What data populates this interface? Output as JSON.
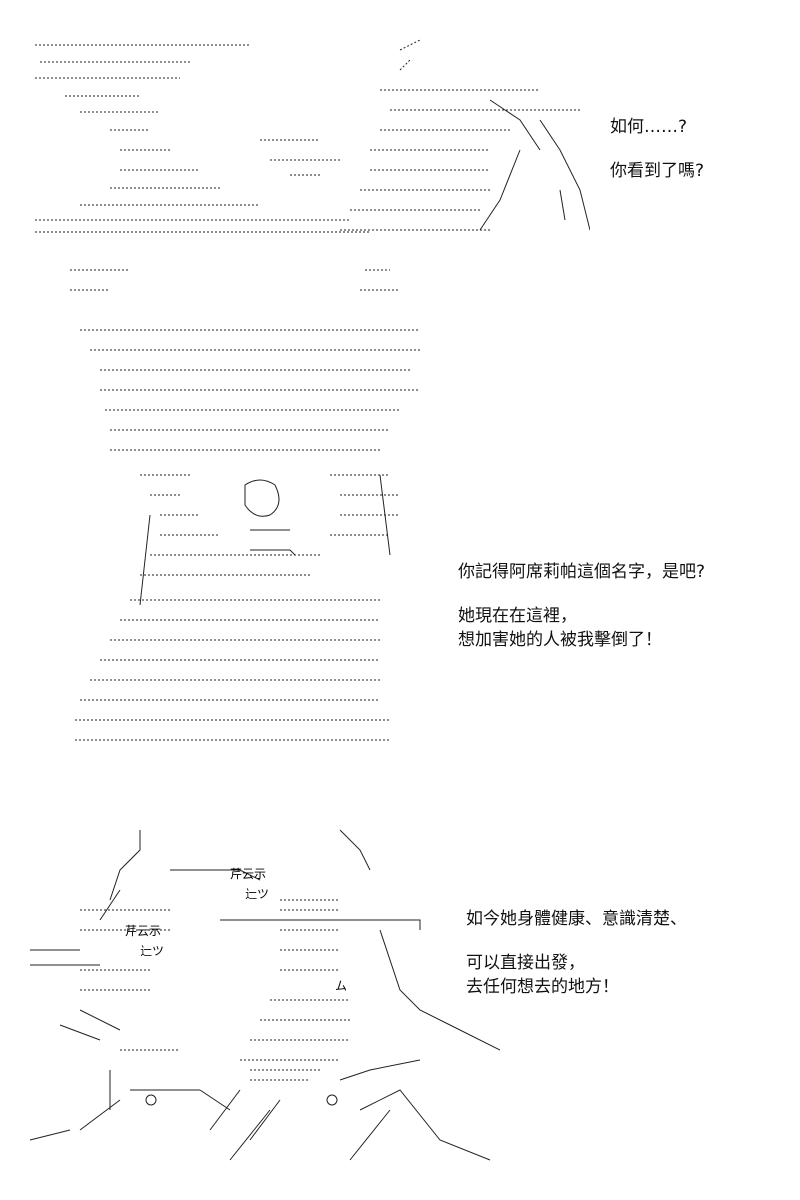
{
  "panels": [
    {
      "dialogue": [
        "如何……?",
        "你看到了嗎?"
      ]
    },
    {
      "dialogue": [
        "你記得阿席莉帕這個名字，是吧?",
        "她現在在這裡，",
        "想加害她的人被我擊倒了！"
      ]
    },
    {
      "art_text": [
        "芹云示",
        "芹云示",
        "辷ツ",
        "辷ツ",
        "ム"
      ],
      "dialogue": [
        "如今她身體健康、意識清楚、",
        "可以直接出發，",
        "去任何想去的地方！"
      ]
    }
  ]
}
